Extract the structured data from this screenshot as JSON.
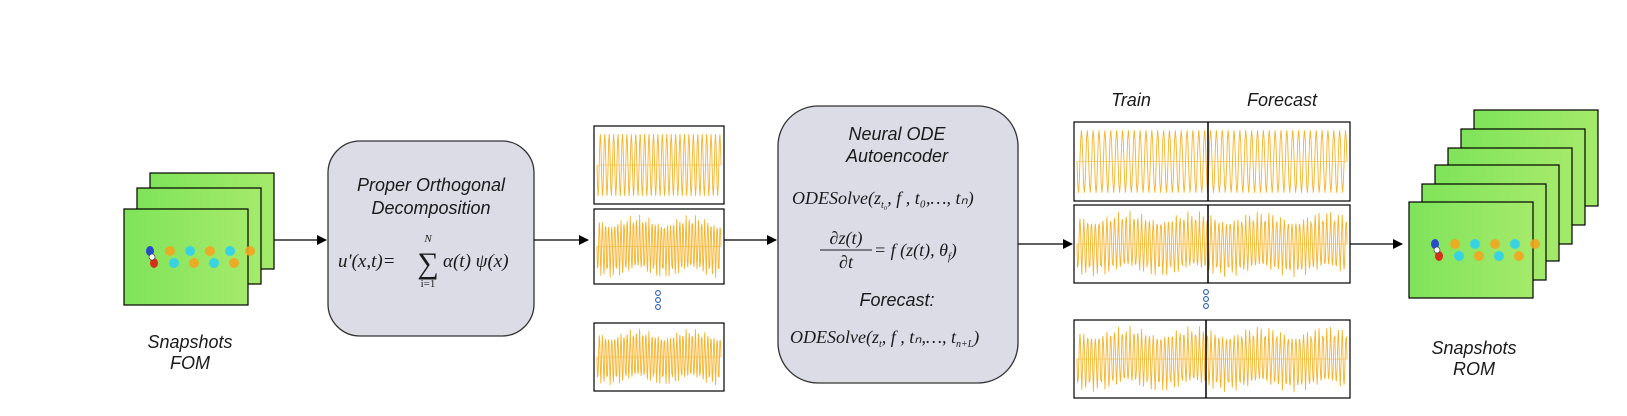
{
  "fom": {
    "caption_line1": "Snapshots",
    "caption_line2": "FOM"
  },
  "rom": {
    "caption_line1": "Snapshots",
    "caption_line2": "ROM"
  },
  "pod": {
    "title_line1": "Proper Orthogonal",
    "title_line2": "Decomposition",
    "formula_lhs": "u'(x,t)=",
    "sum_upper": "N",
    "sum_lower": "i=1",
    "formula_rhs": "α(t) ψ(x)"
  },
  "node": {
    "title_line1": "Neural ODE",
    "title_line2": "Autoencoder",
    "eq1": "ODESolve(z",
    "eq1_sub": "t₀",
    "eq1_rest": ", f , t₀,…, tₙ)",
    "eq2_num": "∂z(t)",
    "eq2_den": "∂t",
    "eq2_rhs": "= f (z(t), θ",
    "eq2_sub": "f",
    "eq2_end": ")",
    "forecast_label": "Forecast:",
    "eq3": "ODESolve(z",
    "eq3_sub": "t",
    "eq3_rest": ", f , tₙ,…, t",
    "eq3_sub2": "n+L",
    "eq3_end": ")"
  },
  "forecast_panel": {
    "train_label": "Train",
    "forecast_label": "Forecast"
  },
  "colors": {
    "signal": "#f7b32b",
    "box_fill": "#dcdce6",
    "field_green": "#8ee65a",
    "arrow": "#000000"
  },
  "icons": {
    "ellipsis": "vertical-dots-icon"
  }
}
